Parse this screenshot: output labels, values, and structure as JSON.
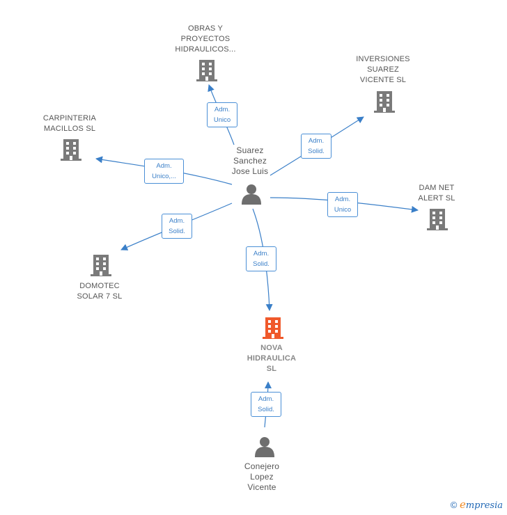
{
  "nodes": {
    "obras": {
      "label": "OBRAS Y\nPROYECTOS\nHIDRAULICOS..."
    },
    "inversiones": {
      "label": "INVERSIONES\nSUAREZ\nVICENTE  SL"
    },
    "carpinteria": {
      "label": "CARPINTERIA\nMACILLOS  SL"
    },
    "damnet": {
      "label": "DAM NET\nALERT  SL"
    },
    "domotec": {
      "label": "DOMOTEC\nSOLAR 7 SL"
    },
    "nova": {
      "label": "NOVA\nHIDRAULICA\nSL"
    },
    "suarez": {
      "label": "Suarez\nSanchez\nJose Luis"
    },
    "conejero": {
      "label": "Conejero\nLopez\nVicente"
    }
  },
  "edges": {
    "to_obras": "Adm.\nUnico",
    "to_inversiones": "Adm.\nSolid.",
    "to_carpinteria": "Adm.\nUnico,...",
    "to_damnet": "Adm.\nUnico",
    "to_domotec": "Adm.\nSolid.",
    "to_nova": "Adm.\nSolid.",
    "conejero_to_nova": "Adm.\nSolid."
  },
  "colors": {
    "edge": "#3a7fc8",
    "company_icon": "#7a7a7a",
    "focus_icon": "#f0592b",
    "person_icon": "#6e6e6e"
  },
  "footer": {
    "copyright": "©",
    "brand_e": "e",
    "brand_rest": "mpresia"
  }
}
